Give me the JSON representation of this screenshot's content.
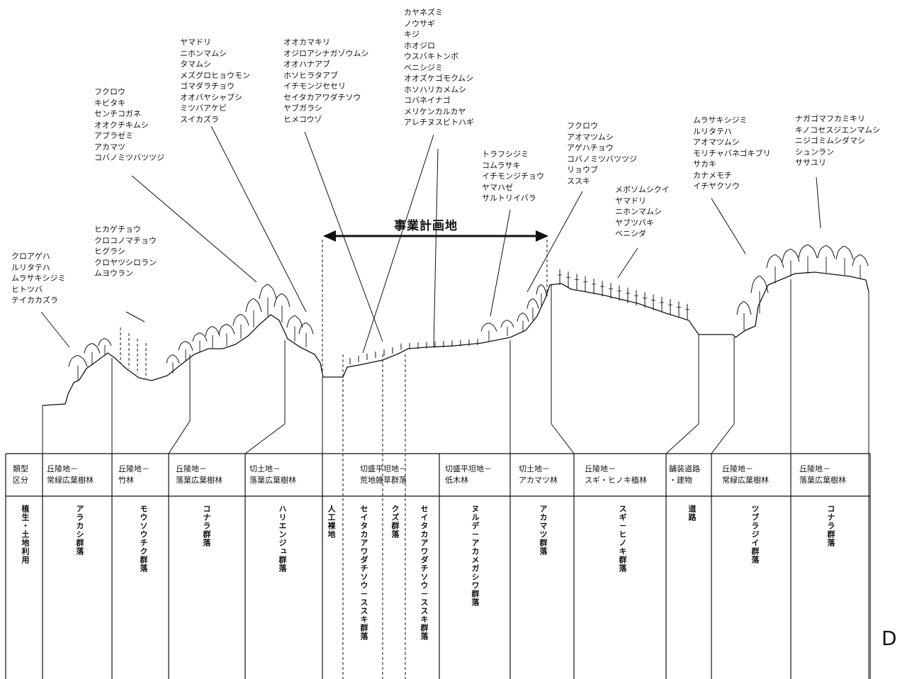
{
  "project_label": "事業計画地",
  "panel_letter": "D",
  "species_groups": [
    {
      "id": "g1",
      "lines": [
        "クロアゲハ",
        "ルリタテハ",
        "ムラサキシジミ",
        "ヒトツバ",
        "テイカカズラ"
      ]
    },
    {
      "id": "g2",
      "lines": [
        "ヒカゲチョウ",
        "クロコノマチョウ",
        "ヒグラシ",
        "クロヤツシロラン",
        "ムヨウラン"
      ]
    },
    {
      "id": "g3",
      "lines": [
        "フクロウ",
        "キビタキ",
        "センチコガネ",
        "オオクチキムシ",
        "アブラゼミ",
        "アカマツ",
        "コバノミツバツツジ"
      ]
    },
    {
      "id": "g4",
      "lines": [
        "ヤマドリ",
        "ニホンマムシ",
        "タマムシ",
        "メズグロヒョウモン",
        "ゴマダラチョウ",
        "オオバヤシャブシ",
        "ミツバアケビ",
        "スイカズラ"
      ]
    },
    {
      "id": "g5",
      "lines": [
        "オオカマキリ",
        "オジロアシナガゾウムシ",
        "オオハナアブ",
        "ホソヒラタアブ",
        "イチモンジセセリ",
        "セイタカアワダチソウ",
        "ヤブガラシ",
        "ヒメコウゾ"
      ]
    },
    {
      "id": "g6",
      "lines": [
        "カヤネズミ",
        "ノウサギ",
        "キジ",
        "ホオジロ",
        "ウスバキトンボ",
        "ベニシジミ",
        "オオズケゴモクムシ",
        "ホソハリカメムシ",
        "コバネイナゴ",
        "メリケンカルカヤ",
        "アレチヌスビトハギ"
      ]
    },
    {
      "id": "g7",
      "lines": [
        "トラフシジミ",
        "コムラサキ",
        "イチモンジチョウ",
        "ヤマハゼ",
        "サルトリイバラ"
      ]
    },
    {
      "id": "g8",
      "lines": [
        "フクロウ",
        "アオマツムシ",
        "アゲハチョウ",
        "コバノミツバツツジ",
        "リョウブ",
        "ススキ"
      ]
    },
    {
      "id": "g9",
      "lines": [
        "メボソムシクイ",
        "ヤマドリ",
        "ニホンマムシ",
        "ヤブツバキ",
        "ベニシダ"
      ]
    },
    {
      "id": "g10",
      "lines": [
        "ムラサキシジミ",
        "ルリタテハ",
        "アオマツムシ",
        "モリチャバネゴキブリ",
        "サカキ",
        "カナメモチ",
        "イチヤクソウ"
      ]
    },
    {
      "id": "g11",
      "lines": [
        "ナガゴマフカミキリ",
        "キノコセスジエンマムシ",
        "ニジゴミムシダマシ",
        "シュンラン",
        "ササユリ"
      ]
    }
  ],
  "table": {
    "row_label_type": [
      "類型",
      "区分"
    ],
    "row_label_vegetation": "植生・土地利用",
    "types": [
      [
        "丘陵地－",
        "常緑広葉樹林"
      ],
      [
        "丘陵地－",
        "竹林"
      ],
      [
        "丘陵地－",
        "落葉広葉樹林"
      ],
      [
        "切土地－",
        "落葉広葉樹林"
      ],
      [
        "切盛平坦地－",
        "荒地雑草群落"
      ],
      [
        "切盛平坦地－",
        "低木林"
      ],
      [
        "切土地－",
        "アカマツ林"
      ],
      [
        "丘陵地－",
        "スギ・ヒノキ植林"
      ],
      [
        "舗装道路",
        "・建物"
      ],
      [
        "丘陵地－",
        "常緑広葉樹林"
      ],
      [
        "丘陵地－",
        "落葉広葉樹林"
      ]
    ],
    "communities": [
      "アラカシ群落",
      "モウソウチク群落",
      "コナラ群落",
      "ハリエンジュ群落",
      "人工裸地",
      "セイタカアワダチソウ－ススキ群落",
      "クズ群落",
      "セイタカアワダチソウ－ススキ群落",
      "ヌルデ－アカメガシワ群落",
      "アカマツ群落",
      "スギ－ヒノキ群落",
      "道路",
      "ツブラジイ群落",
      "コナラ群落"
    ]
  },
  "colors": {
    "ink": "#111111",
    "background": "#ffffff"
  }
}
